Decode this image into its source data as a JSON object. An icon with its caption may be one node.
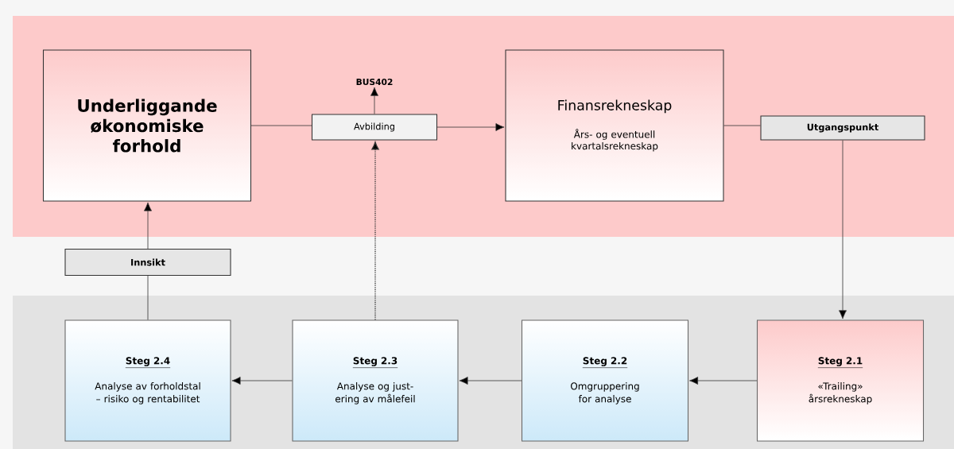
{
  "diagram": {
    "nodes": [
      {
        "text": [
          "Underliggande økonomiske forhold"
        ]
      },
      {
        "text": [
          "BUS402"
        ]
      },
      {
        "text": [
          "Avbilding"
        ]
      },
      {
        "text": [
          "Finansrekneskap",
          "Års- og eventuell kvartalsrekneskap"
        ]
      },
      {
        "text": [
          "Utgangspunkt"
        ]
      },
      {
        "text": [
          "Innsikt"
        ]
      },
      {
        "text": [
          "Steg 2.4",
          "Analyse av forholdstal – risiko og rentabilitet"
        ]
      },
      {
        "text": [
          "Steg 2.3",
          "Analyse og just-ering av målefeil"
        ]
      },
      {
        "text": [
          "Steg 2.2",
          "Omgruppering for analyse"
        ]
      },
      {
        "text": [
          "Steg 2.1",
          "«Trailing» årsrekneskap"
        ]
      }
    ],
    "edges": [
      {
        "from": 0,
        "to": 2,
        "arrow": "none"
      },
      {
        "from": 2,
        "to": 3,
        "arrow": "to"
      },
      {
        "from": 2,
        "to": 1,
        "arrow": "to"
      },
      {
        "from": 3,
        "to": 4,
        "arrow": "none"
      },
      {
        "from": 4,
        "to": 9,
        "arrow": "to"
      },
      {
        "from": 9,
        "to": 8,
        "arrow": "to"
      },
      {
        "from": 8,
        "to": 7,
        "arrow": "to"
      },
      {
        "from": 7,
        "to": 6,
        "arrow": "to"
      },
      {
        "from": 6,
        "to": 5,
        "arrow": "none"
      },
      {
        "from": 5,
        "to": 0,
        "arrow": "to"
      },
      {
        "from": 7,
        "to": 2,
        "arrow": "to",
        "style": "dashed"
      }
    ]
  }
}
